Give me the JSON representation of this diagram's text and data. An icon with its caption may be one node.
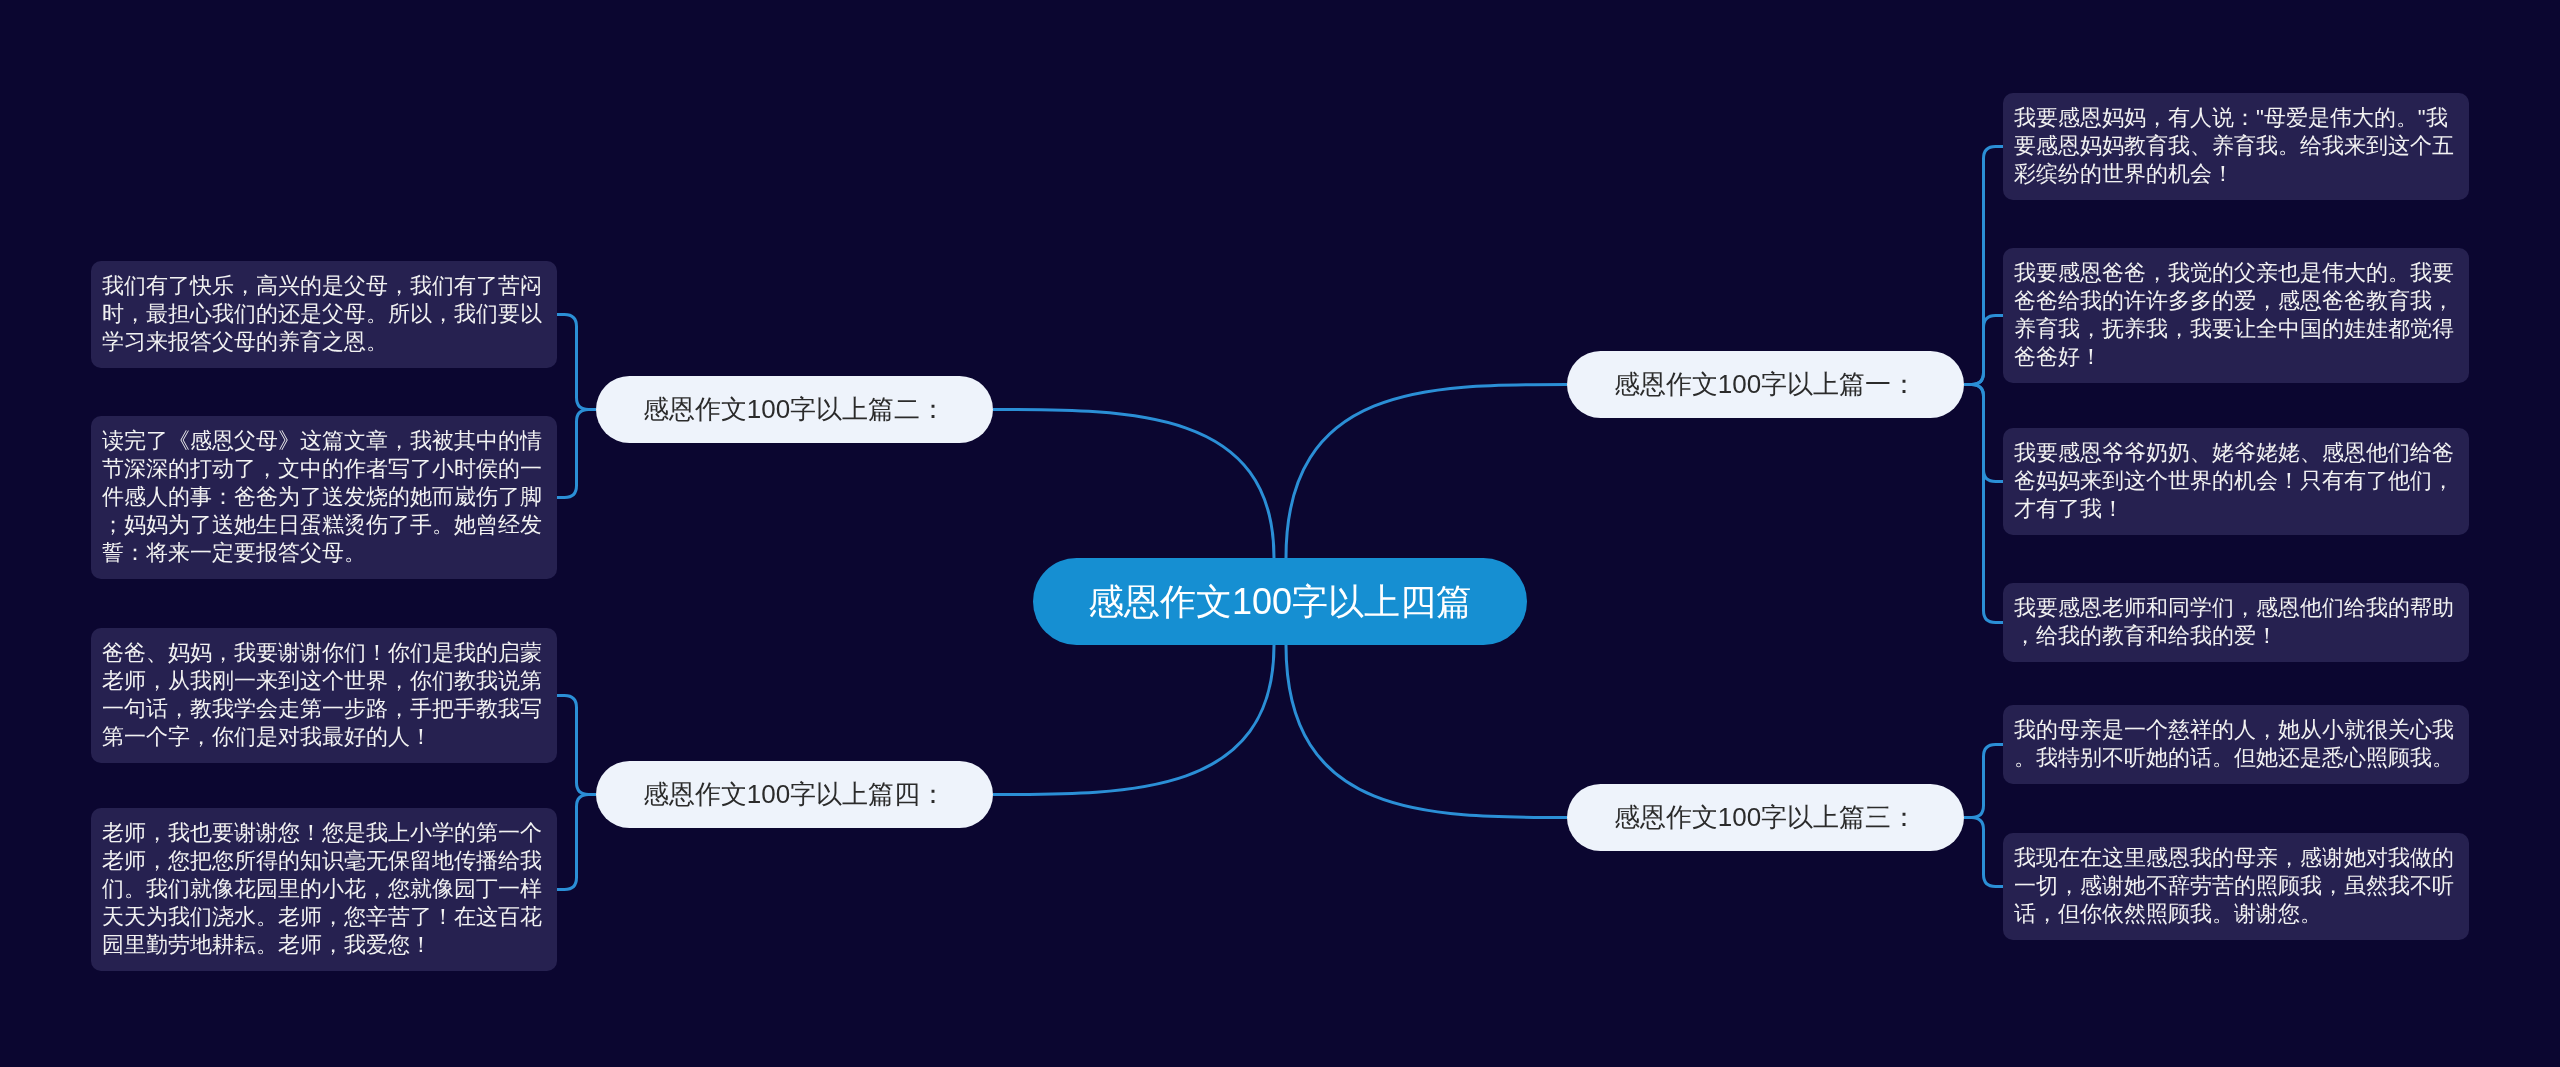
{
  "diagram": {
    "nodes": [
      {
        "text": [
          "感恩作文100字以上四篇"
        ]
      },
      {
        "text": [
          "感恩作文100字以上篇一："
        ]
      },
      {
        "text": [
          "我要感恩妈妈，有人说：\"母爱是伟大的。\"我要感恩妈妈教育我、养育我。给我来到这个五彩缤纷的世界的机会！"
        ]
      },
      {
        "text": [
          "我要感恩爸爸，我觉的父亲也是伟大的。我要爸爸给我的许许多多的爱，感恩爸爸教育我，养育我，抚养我，我要让全中国的娃娃都觉得爸爸好！"
        ]
      },
      {
        "text": [
          "我要感恩爷爷奶奶、姥爷姥姥、感恩他们给爸爸妈妈来到这个世界的机会！只有有了他们，才有了我！"
        ]
      },
      {
        "text": [
          "我要感恩老师和同学们，感恩他们给我的帮助，给我的教育和给我的爱！"
        ]
      },
      {
        "text": [
          "感恩作文100字以上篇二："
        ]
      },
      {
        "text": [
          "我们有了快乐，高兴的是父母，我们有了苦闷时，最担心我们的还是父母。所以，我们要以学习来报答父母的养育之恩。"
        ]
      },
      {
        "text": [
          "读完了《感恩父母》这篇文章，我被其中的情节深深的打动了，文中的作者写了小时侯的一件感人的事：爸爸为了送发烧的她而崴伤了脚；妈妈为了送她生日蛋糕烫伤了手。她曾经发誓：将来一定要报答父母。"
        ]
      },
      {
        "text": [
          "感恩作文100字以上篇三："
        ]
      },
      {
        "text": [
          "我的母亲是一个慈祥的人，她从小就很关心我。我特别不听她的话。但她还是悉心照顾我。"
        ]
      },
      {
        "text": [
          "我现在在这里感恩我的母亲，感谢她对我做的一切，感谢她不辞劳苦的照顾我，虽然我不听话，但你依然照顾我。谢谢您。"
        ]
      },
      {
        "text": [
          "感恩作文100字以上篇四："
        ]
      },
      {
        "text": [
          "爸爸、妈妈，我要谢谢你们！你们是我的启蒙老师，从我刚一来到这个世界，你们教我说第一句话，教我学会走第一步路，手把手教我写第一个字，你们是对我最好的人！"
        ]
      },
      {
        "text": [
          "老师，我也要谢谢您！您是我上小学的第一个老师，您把您所得的知识毫无保留地传播给我们。我们就像花园里的小花，您就像园丁一样天天为我们浇水。老师，您辛苦了！在这百花园里勤劳地耕耘。老师，我爱您！"
        ]
      }
    ],
    "edges": [
      {
        "from": 0,
        "to": 1,
        "arrow": "none"
      },
      {
        "from": 1,
        "to": 2,
        "arrow": "none"
      },
      {
        "from": 1,
        "to": 3,
        "arrow": "none"
      },
      {
        "from": 1,
        "to": 4,
        "arrow": "none"
      },
      {
        "from": 1,
        "to": 5,
        "arrow": "none"
      },
      {
        "from": 0,
        "to": 6,
        "arrow": "none"
      },
      {
        "from": 6,
        "to": 7,
        "arrow": "none"
      },
      {
        "from": 6,
        "to": 8,
        "arrow": "none"
      },
      {
        "from": 0,
        "to": 9,
        "arrow": "none"
      },
      {
        "from": 9,
        "to": 10,
        "arrow": "none"
      },
      {
        "from": 9,
        "to": 11,
        "arrow": "none"
      },
      {
        "from": 0,
        "to": 12,
        "arrow": "none"
      },
      {
        "from": 12,
        "to": 13,
        "arrow": "none"
      },
      {
        "from": 12,
        "to": 14,
        "arrow": "none"
      }
    ]
  }
}
